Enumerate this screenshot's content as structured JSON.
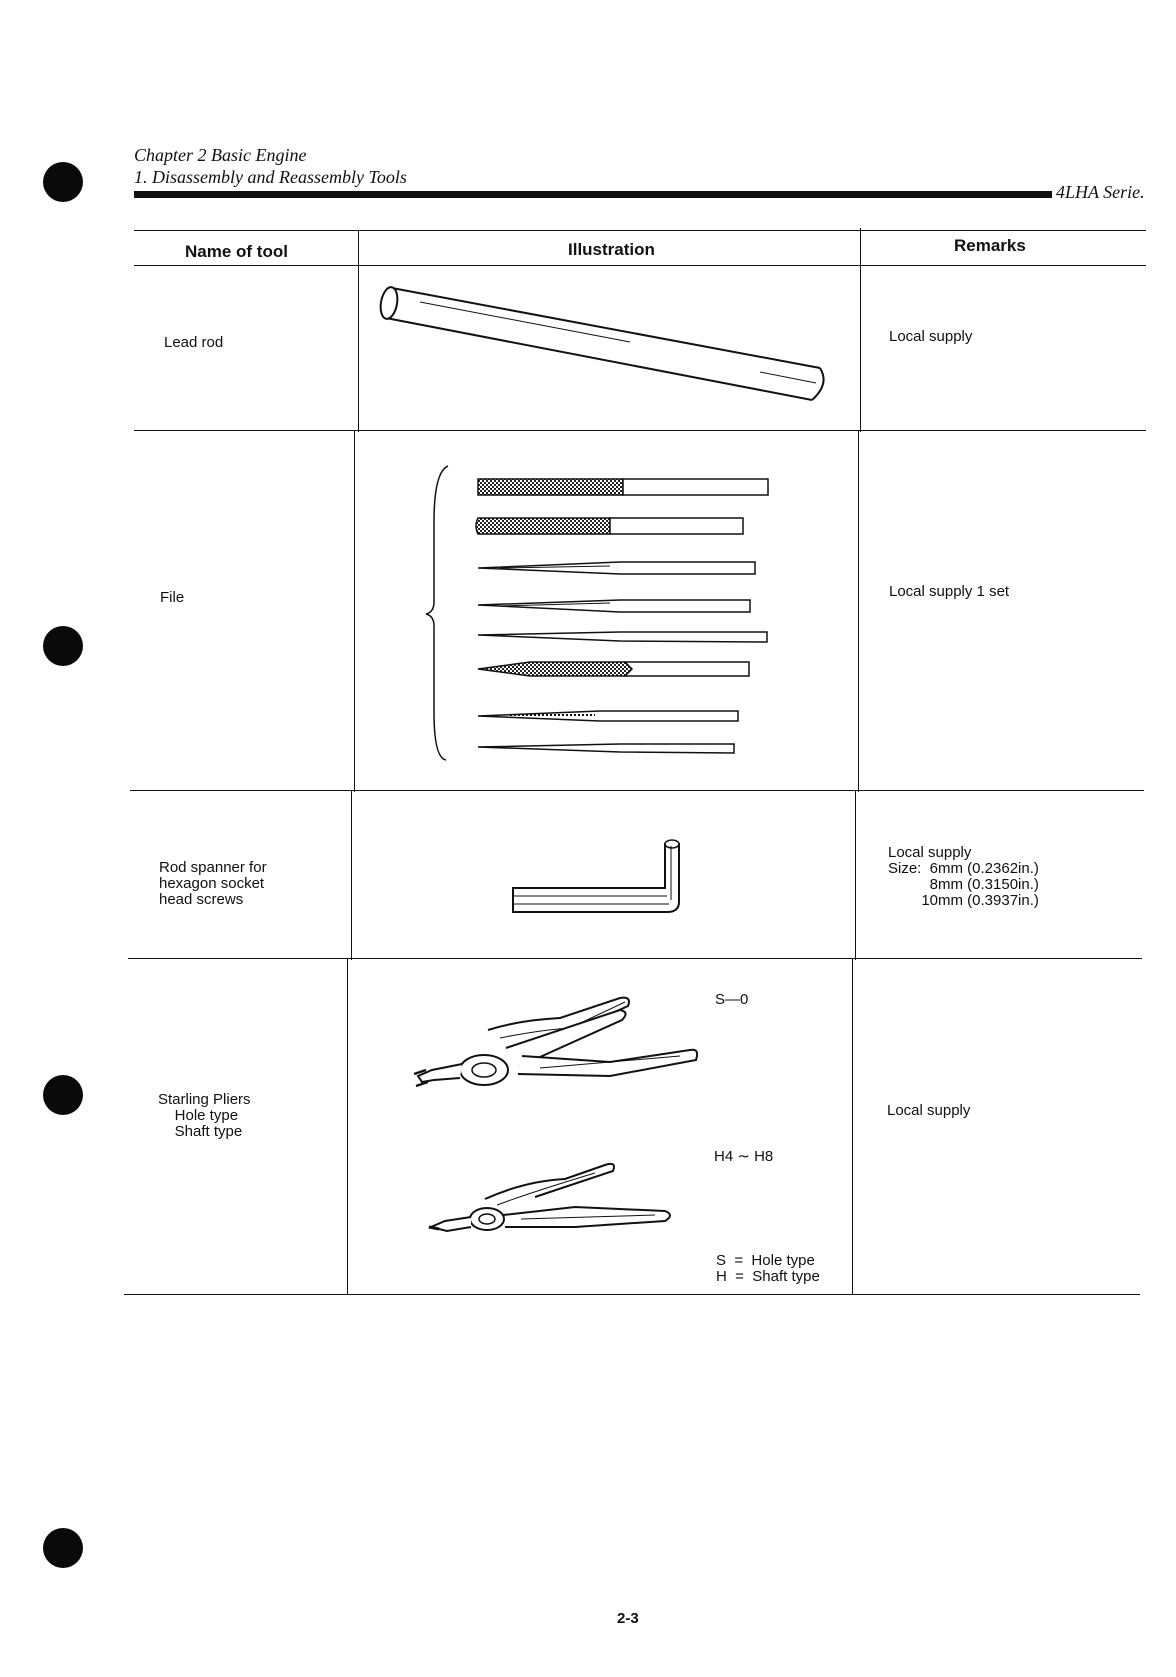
{
  "header": {
    "chapter": "Chapter 2 Basic Engine",
    "section": "1. Disassembly and Reassembly Tools",
    "series": "4LHA Serie."
  },
  "table": {
    "columns": [
      "Name of tool",
      "Illustration",
      "Remarks"
    ],
    "rows": [
      {
        "name": "Lead rod",
        "remarks": "Local supply"
      },
      {
        "name": "File",
        "remarks": "Local supply 1 set"
      },
      {
        "name": "Rod spanner for\nhexagon socket\nhead screws",
        "remarks": "Local supply\nSize:  6mm (0.2362in.)\n          8mm (0.3150in.)\n        10mm (0.3937in.)"
      },
      {
        "name": "Starling Pliers\n    Hole type\n    Shaft type",
        "illustration_labels": {
          "top": "S—0",
          "bottom": "H4 ∼ H8",
          "legend": "S  =  Hole type\nH  =  Shaft type"
        },
        "remarks": "Local supply"
      }
    ]
  },
  "footer": {
    "page_number": "2-3"
  }
}
